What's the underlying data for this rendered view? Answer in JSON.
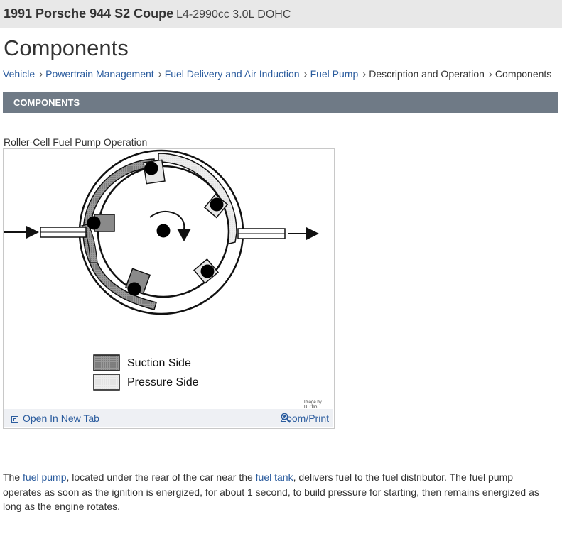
{
  "header": {
    "vehicle": "1991 Porsche 944 S2 Coupe",
    "engine": "L4-2990cc 3.0L DOHC"
  },
  "page": {
    "title": "Components"
  },
  "breadcrumb": [
    {
      "label": "Vehicle",
      "link": true
    },
    {
      "label": "Powertrain Management",
      "link": true
    },
    {
      "label": "Fuel Delivery and Air Induction",
      "link": true
    },
    {
      "label": "Fuel Pump",
      "link": true
    },
    {
      "label": "Description and Operation",
      "link": false
    },
    {
      "label": "Components",
      "link": false
    }
  ],
  "section": {
    "header": "COMPONENTS"
  },
  "figure": {
    "caption": "Roller-Cell Fuel Pump Operation",
    "legend_suction": "Suction Side",
    "legend_pressure": "Pressure Side",
    "credit_line1": "Image by",
    "credit_line2": "D. Olio",
    "open_tab_label": "Open In New Tab",
    "zoom_label": "Zoom/Print",
    "icons": {
      "open_tab": "open-new-tab-icon",
      "zoom": "zoom-magnifier-icon"
    }
  },
  "body": {
    "t1": "The ",
    "link_fuel_pump": "fuel pump",
    "t2": ", located under the rear of the car near the ",
    "link_fuel_tank": "fuel tank",
    "t3": ", delivers fuel to the fuel distributor. The fuel pump operates as soon as the ignition is energized, for about 1 second, to build pressure for starting, then remains energized as long as the engine rotates."
  },
  "colors": {
    "link": "#2b5c9e",
    "section_header_bg": "#6f7a86",
    "topbar_bg": "#e8e8e8",
    "suction_fill": "#8a8a8a",
    "pressure_fill": "#e6e6e6"
  }
}
